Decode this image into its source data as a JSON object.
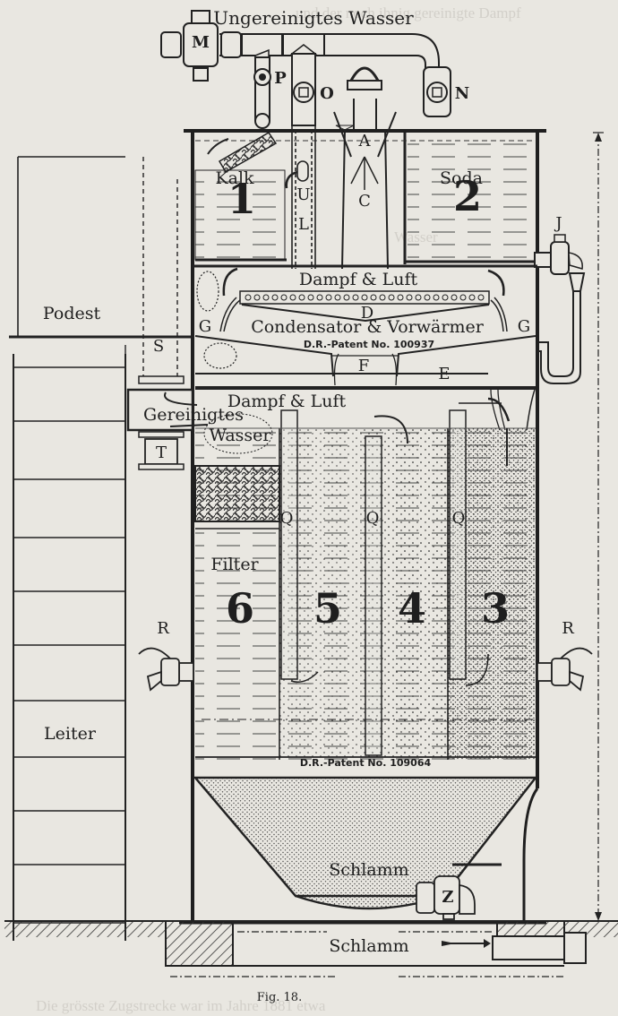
{
  "figure": {
    "caption": "Fig. 18.",
    "title_label": "Ungereinigtes Wasser"
  },
  "chambers": [
    {
      "id": "1",
      "number": "1",
      "label": "Kalk"
    },
    {
      "id": "2",
      "number": "2",
      "label": "Soda"
    },
    {
      "id": "3",
      "number": "3"
    },
    {
      "id": "4",
      "number": "4"
    },
    {
      "id": "5",
      "number": "5"
    },
    {
      "id": "6",
      "number": "6",
      "label": "Filter"
    }
  ],
  "sections": {
    "steam_air_top": "Dampf & Luft",
    "condenser": "Condensator & Vorwärmer",
    "patent_top": "D.R.-Patent No. 100937",
    "steam_air_mid": "Dampf & Luft",
    "purified_water_1": "Gereinigtes",
    "purified_water_2": "Wasser",
    "patent_bottom": "D.R.-Patent No. 109064",
    "sludge_cone": "Schlamm",
    "sludge_outlet": "Schlamm"
  },
  "structures": {
    "platform": "Podest",
    "ladder": "Leiter"
  },
  "part_letters": {
    "M": "M",
    "P": "P",
    "O": "O",
    "N": "N",
    "A": "A",
    "C": "C",
    "U": "U",
    "L": "L",
    "D": "D",
    "G": "G",
    "F": "F",
    "E": "E",
    "J": "J",
    "S": "S",
    "T": "T",
    "Q": "Q",
    "R": "R",
    "Z": "Z"
  },
  "colors": {
    "paper": "#e9e7e1",
    "ink": "#1f1f1f",
    "bleed": "#c9c6bf"
  }
}
